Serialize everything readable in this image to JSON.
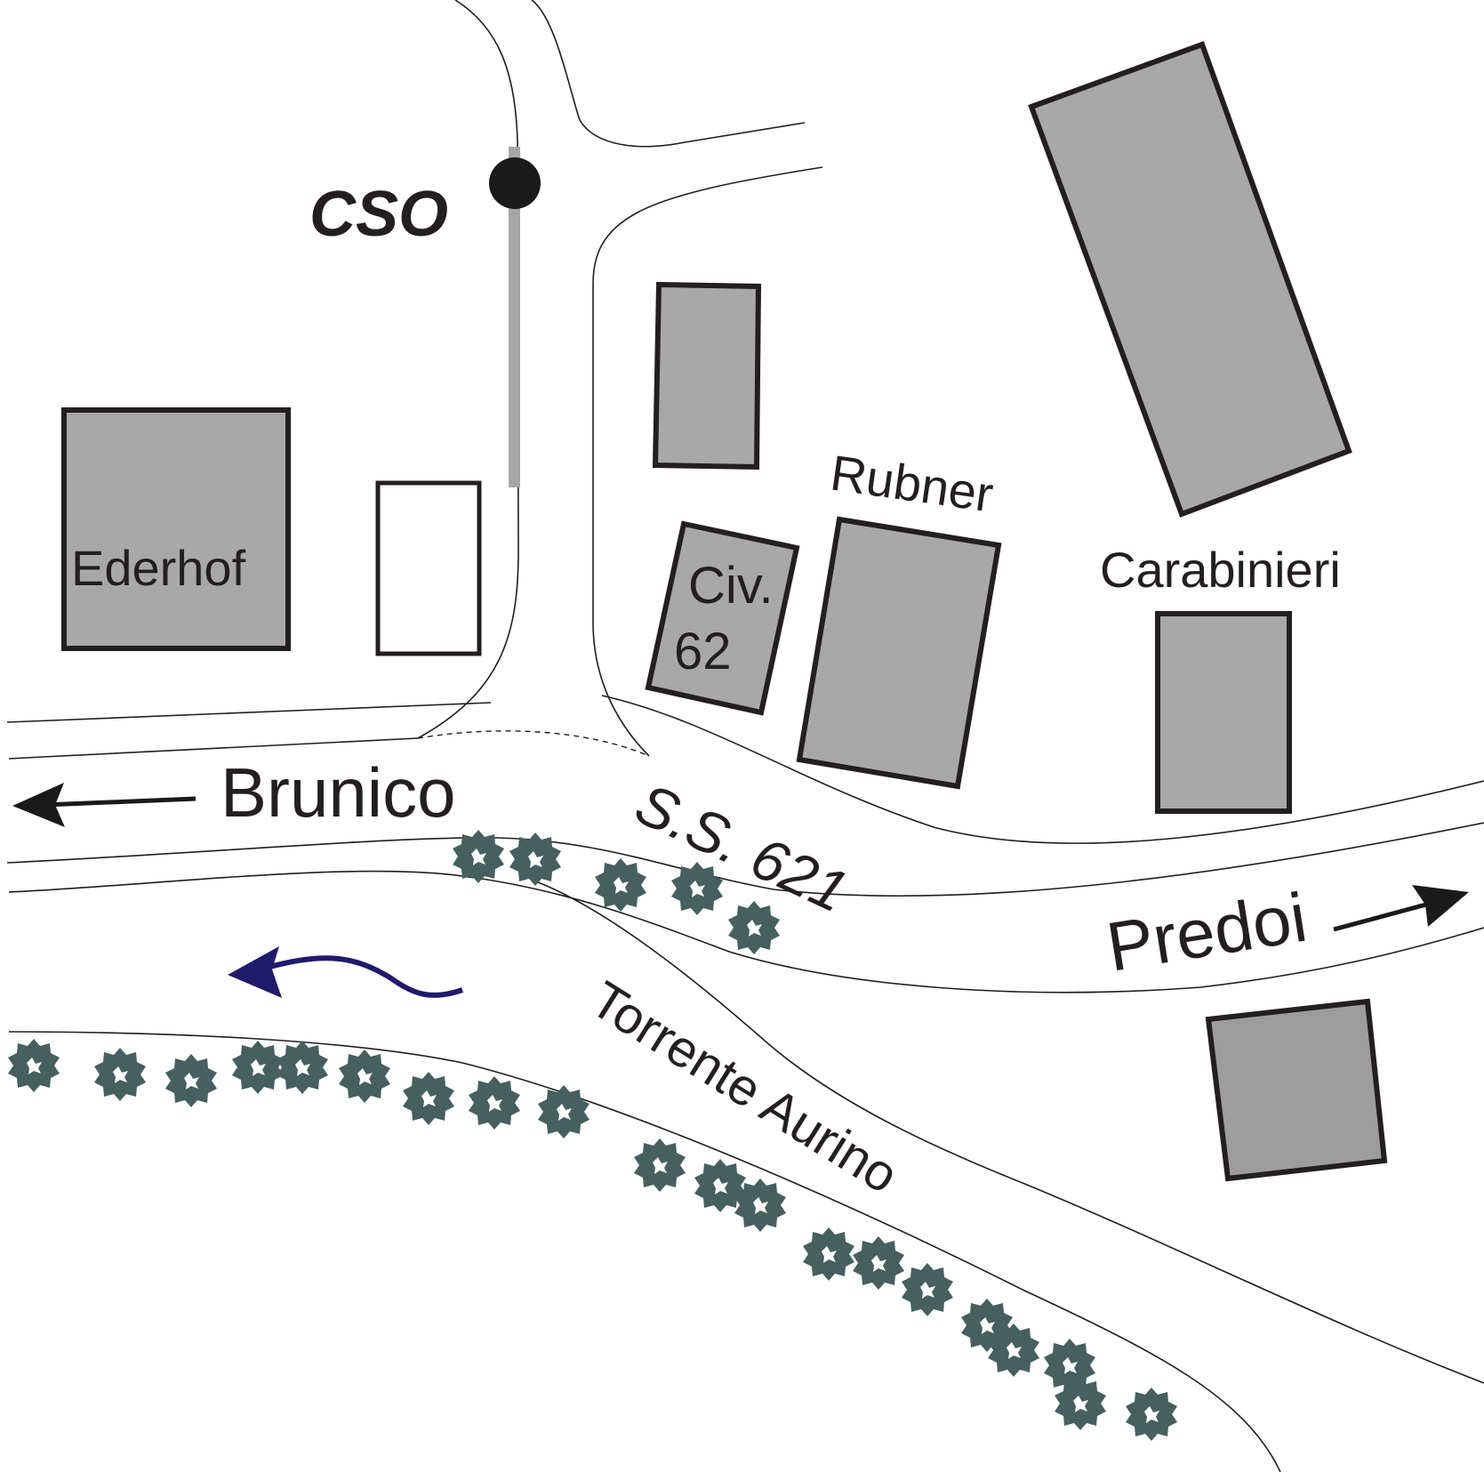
{
  "labels": {
    "cso": "CSO",
    "ederhof": "Ederhof",
    "rubner": "Rubner",
    "carabinieri": "Carabinieri",
    "civ_line1": "Civ.",
    "civ_line2": "62",
    "brunico": "Brunico",
    "road": "S.S. 621",
    "predoi": "Predoi",
    "river": "Torrente Aurino"
  },
  "colors": {
    "building": "#a8a8a8",
    "outline": "#231f20",
    "tree": "#45605e",
    "flow_arrow": "#1f1a6b",
    "pipe": "#a5a5a5"
  },
  "icons": {
    "cso_point": "filled-circle-marker",
    "tree": "tree-icon",
    "flow": "flow-direction-arrow"
  }
}
